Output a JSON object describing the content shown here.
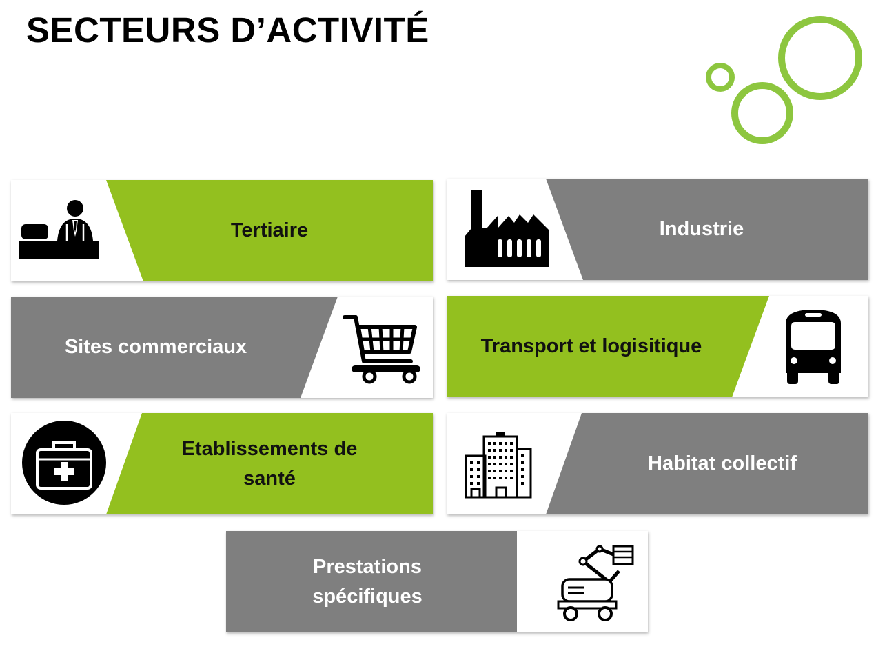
{
  "page": {
    "title": "SECTEURS D’ACTIVITÉ"
  },
  "colors": {
    "green": "#93c01f",
    "gray": "#7f7f7f",
    "accent_ring": "#8dc63f",
    "icon": "#000000"
  },
  "sectors": [
    {
      "label": "Tertiaire",
      "icon": "reception-desk-icon"
    },
    {
      "label": "Industrie",
      "icon": "factory-icon"
    },
    {
      "label": "Sites commerciaux",
      "icon": "shopping-cart-icon"
    },
    {
      "label": "Transport et logisitique",
      "icon": "bus-icon"
    },
    {
      "label": "Etablissements de santé",
      "icon": "medical-kit-icon"
    },
    {
      "label": "Habitat collectif",
      "icon": "apartment-buildings-icon"
    },
    {
      "label": "Prestations spécifiques",
      "icon": "aerial-work-platform-icon"
    }
  ]
}
